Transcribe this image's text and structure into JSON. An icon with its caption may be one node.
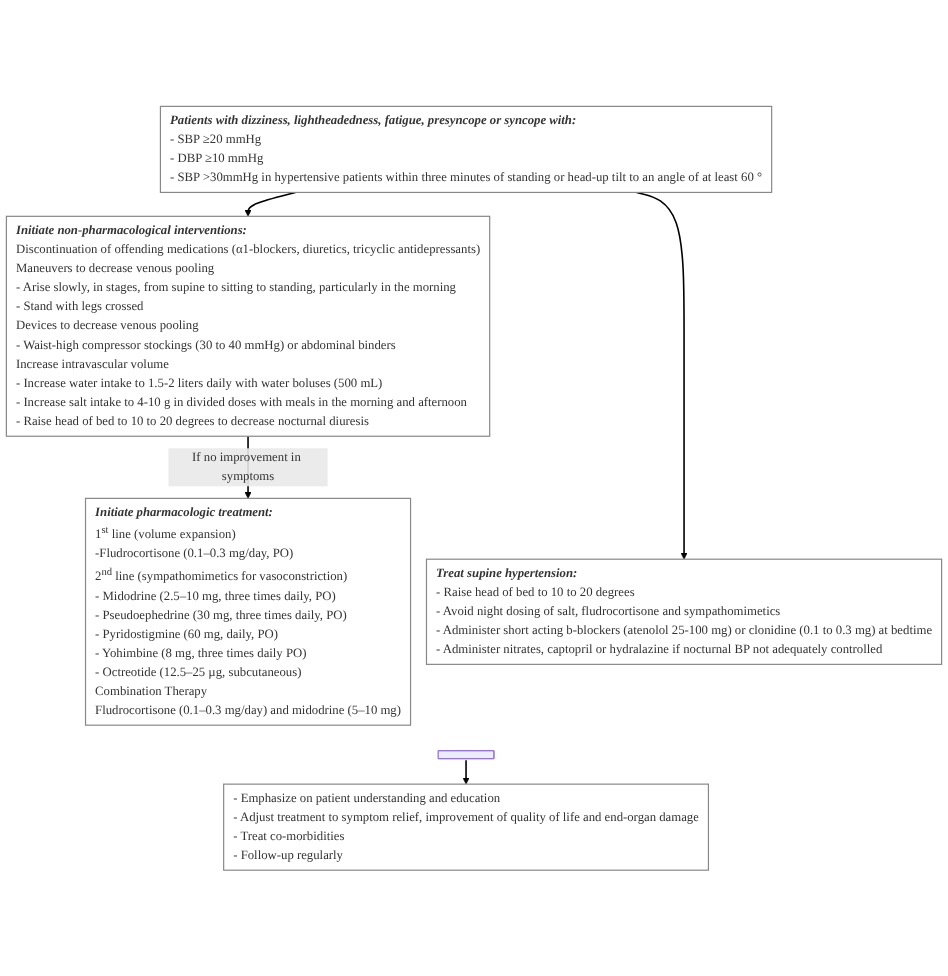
{
  "diagram": {
    "nodes": [
      {
        "text": [
          "Patients with dizziness, lightheadedness, fatigue, presyncope or syncope with:",
          "- SBP ≥20 mmHg",
          "- DBP ≥10 mmHg",
          "- SBP >30mmHg in hypertensive patients within three minutes of standing or head-up tilt to an angle of at least 60 °"
        ]
      },
      {
        "text": [
          "Initiate non-pharmacological interventions:",
          "Discontinuation of offending medications (α1-blockers, diuretics, tricyclic antidepressants)",
          "Maneuvers to decrease venous pooling",
          "- Arise slowly, in stages, from supine to sitting to standing, particularly in the morning",
          "- Stand with legs crossed",
          "Devices to decrease venous pooling",
          "- Waist-high compressor stockings (30 to 40 mmHg) or abdominal binders",
          "Increase intravascular volume",
          "- Increase water intake to 1.5-2 liters daily with water boluses (500 mL)",
          "- Increase salt intake to 4-10 g in divided doses with meals in the morning and afternoon",
          "- Raise head of bed to 10 to 20 degrees to decrease nocturnal diuresis"
        ]
      },
      {
        "text": [
          "Initiate pharmacologic treatment:",
          "1$^{st}$ line (volume expansion)",
          "-Fludrocortisone (0.1–0.3 mg/day, PO)",
          "2$^{nd}$ line (sympathomimetics for vasoconstriction)",
          "- Midodrine (2.5–10 mg, three times daily, PO)",
          "- Pseudoephedrine (30 mg, three times daily, PO)",
          "- Pyridostigmine (60 mg, daily, PO)",
          "- Yohimbine (8 mg, three times daily PO)",
          "- Octreotide (12.5–25 µg, subcutaneous)",
          "Combination Therapy",
          "Fludrocortisone (0.1–0.3 mg/day) and midodrine (5–10 mg)"
        ]
      },
      {
        "text": [
          "Treat supine hypertension:",
          "- Raise head of bed to 10 to 20 degrees",
          "- Avoid night dosing of salt, fludrocortisone and sympathomimetics",
          "- Administer short acting b-blockers (atenolol 25-100 mg) or clonidine (0.1 to 0.3 mg) at bedtime",
          "- Administer nitrates, captopril or hydralazine if nocturnal BP not adequately controlled"
        ]
      },
      {
        "text": [],
        "shape": "bar"
      },
      {
        "text": [
          "- Emphasize on patient understanding and education",
          "- Adjust treatment to symptom relief, improvement of quality of life and end-organ damage",
          "- Treat co-morbidities",
          "- Follow-up regularly"
        ]
      }
    ],
    "edges": [
      {
        "from": 0,
        "to": 1,
        "arrow": "to"
      },
      {
        "from": 0,
        "to": 3,
        "arrow": "to"
      },
      {
        "from": 1,
        "to": 2,
        "arrow": "to",
        "label": "If no improvement in symptoms"
      },
      {
        "from": 4,
        "to": 5,
        "arrow": "to"
      }
    ]
  }
}
